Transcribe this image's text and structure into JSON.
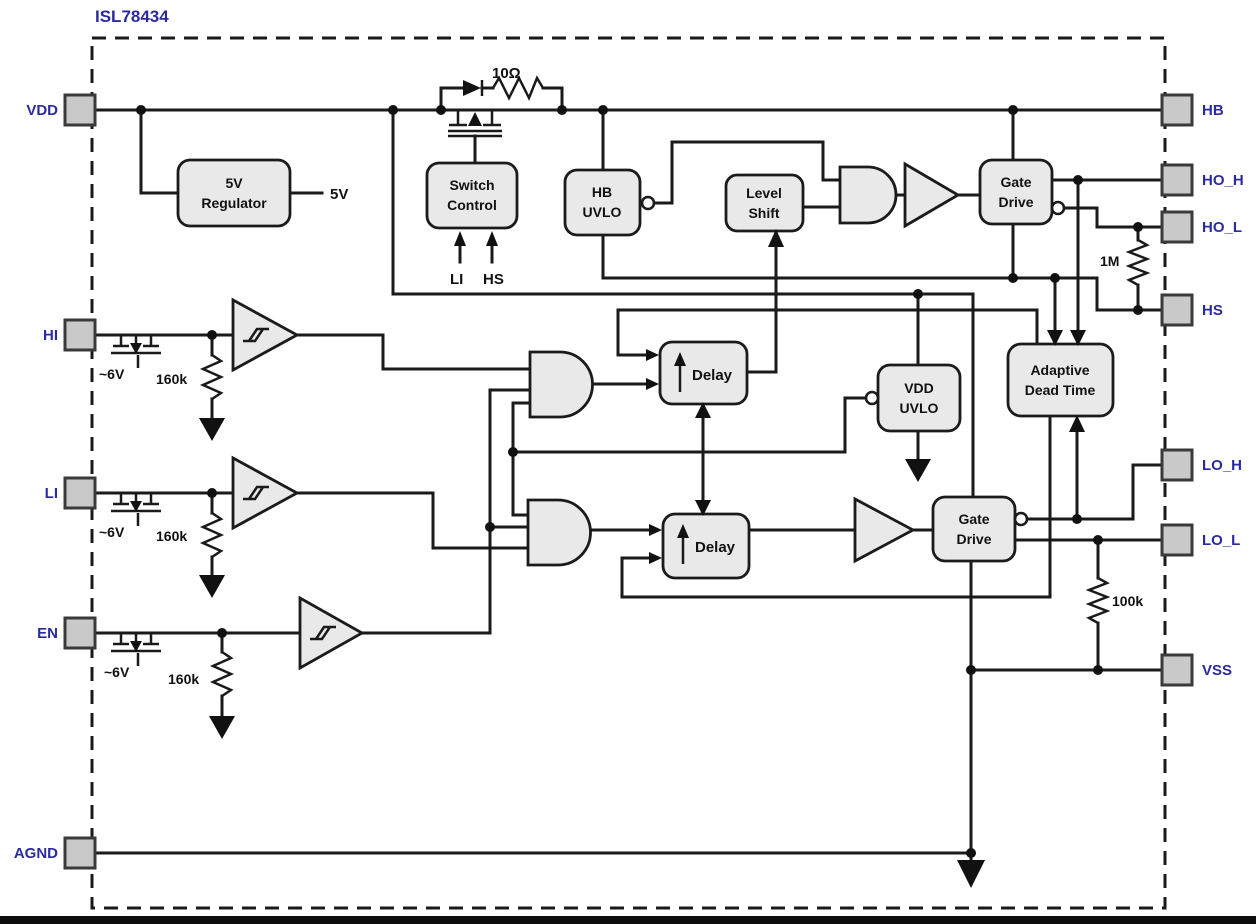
{
  "title": "ISL78434",
  "colors": {
    "label_blue": "#2b2ba0",
    "wire": "#1a1a1a",
    "block_fill": "#e9e9e9",
    "pin_fill": "#c9c9c9",
    "background": "#ffffff"
  },
  "pins": {
    "left": [
      {
        "label": "VDD"
      },
      {
        "label": "HI"
      },
      {
        "label": "LI"
      },
      {
        "label": "EN"
      },
      {
        "label": "AGND"
      }
    ],
    "right": [
      {
        "label": "HB"
      },
      {
        "label": "HO_H"
      },
      {
        "label": "HO_L"
      },
      {
        "label": "HS"
      },
      {
        "label": "LO_H"
      },
      {
        "label": "LO_L"
      },
      {
        "label": "VSS"
      }
    ]
  },
  "blocks": {
    "regulator": {
      "line1": "5V",
      "line2": "Regulator"
    },
    "switch_control": {
      "line1": "Switch",
      "line2": "Control"
    },
    "hb_uvlo": {
      "line1": "HB",
      "line2": "UVLO"
    },
    "level_shift": {
      "line1": "Level",
      "line2": "Shift"
    },
    "gate_drive_high": {
      "line1": "Gate",
      "line2": "Drive"
    },
    "delay_high": {
      "label": "Delay"
    },
    "delay_low": {
      "label": "Delay"
    },
    "vdd_uvlo": {
      "line1": "VDD",
      "line2": "UVLO"
    },
    "adaptive_dead_time": {
      "line1": "Adaptive",
      "line2": "Dead Time"
    },
    "gate_drive_low": {
      "line1": "Gate",
      "line2": "Drive"
    }
  },
  "labels": {
    "bypass_resistor": "10Ω",
    "regulator_out": "5V",
    "switch_in_li": "LI",
    "switch_in_hs": "HS",
    "clamp_hi": "~6V",
    "pulldown_hi": "160k",
    "clamp_li": "~6V",
    "pulldown_li": "160k",
    "clamp_en": "~6V",
    "pulldown_en": "160k",
    "ho_resistor": "1M",
    "lo_resistor": "100k"
  }
}
